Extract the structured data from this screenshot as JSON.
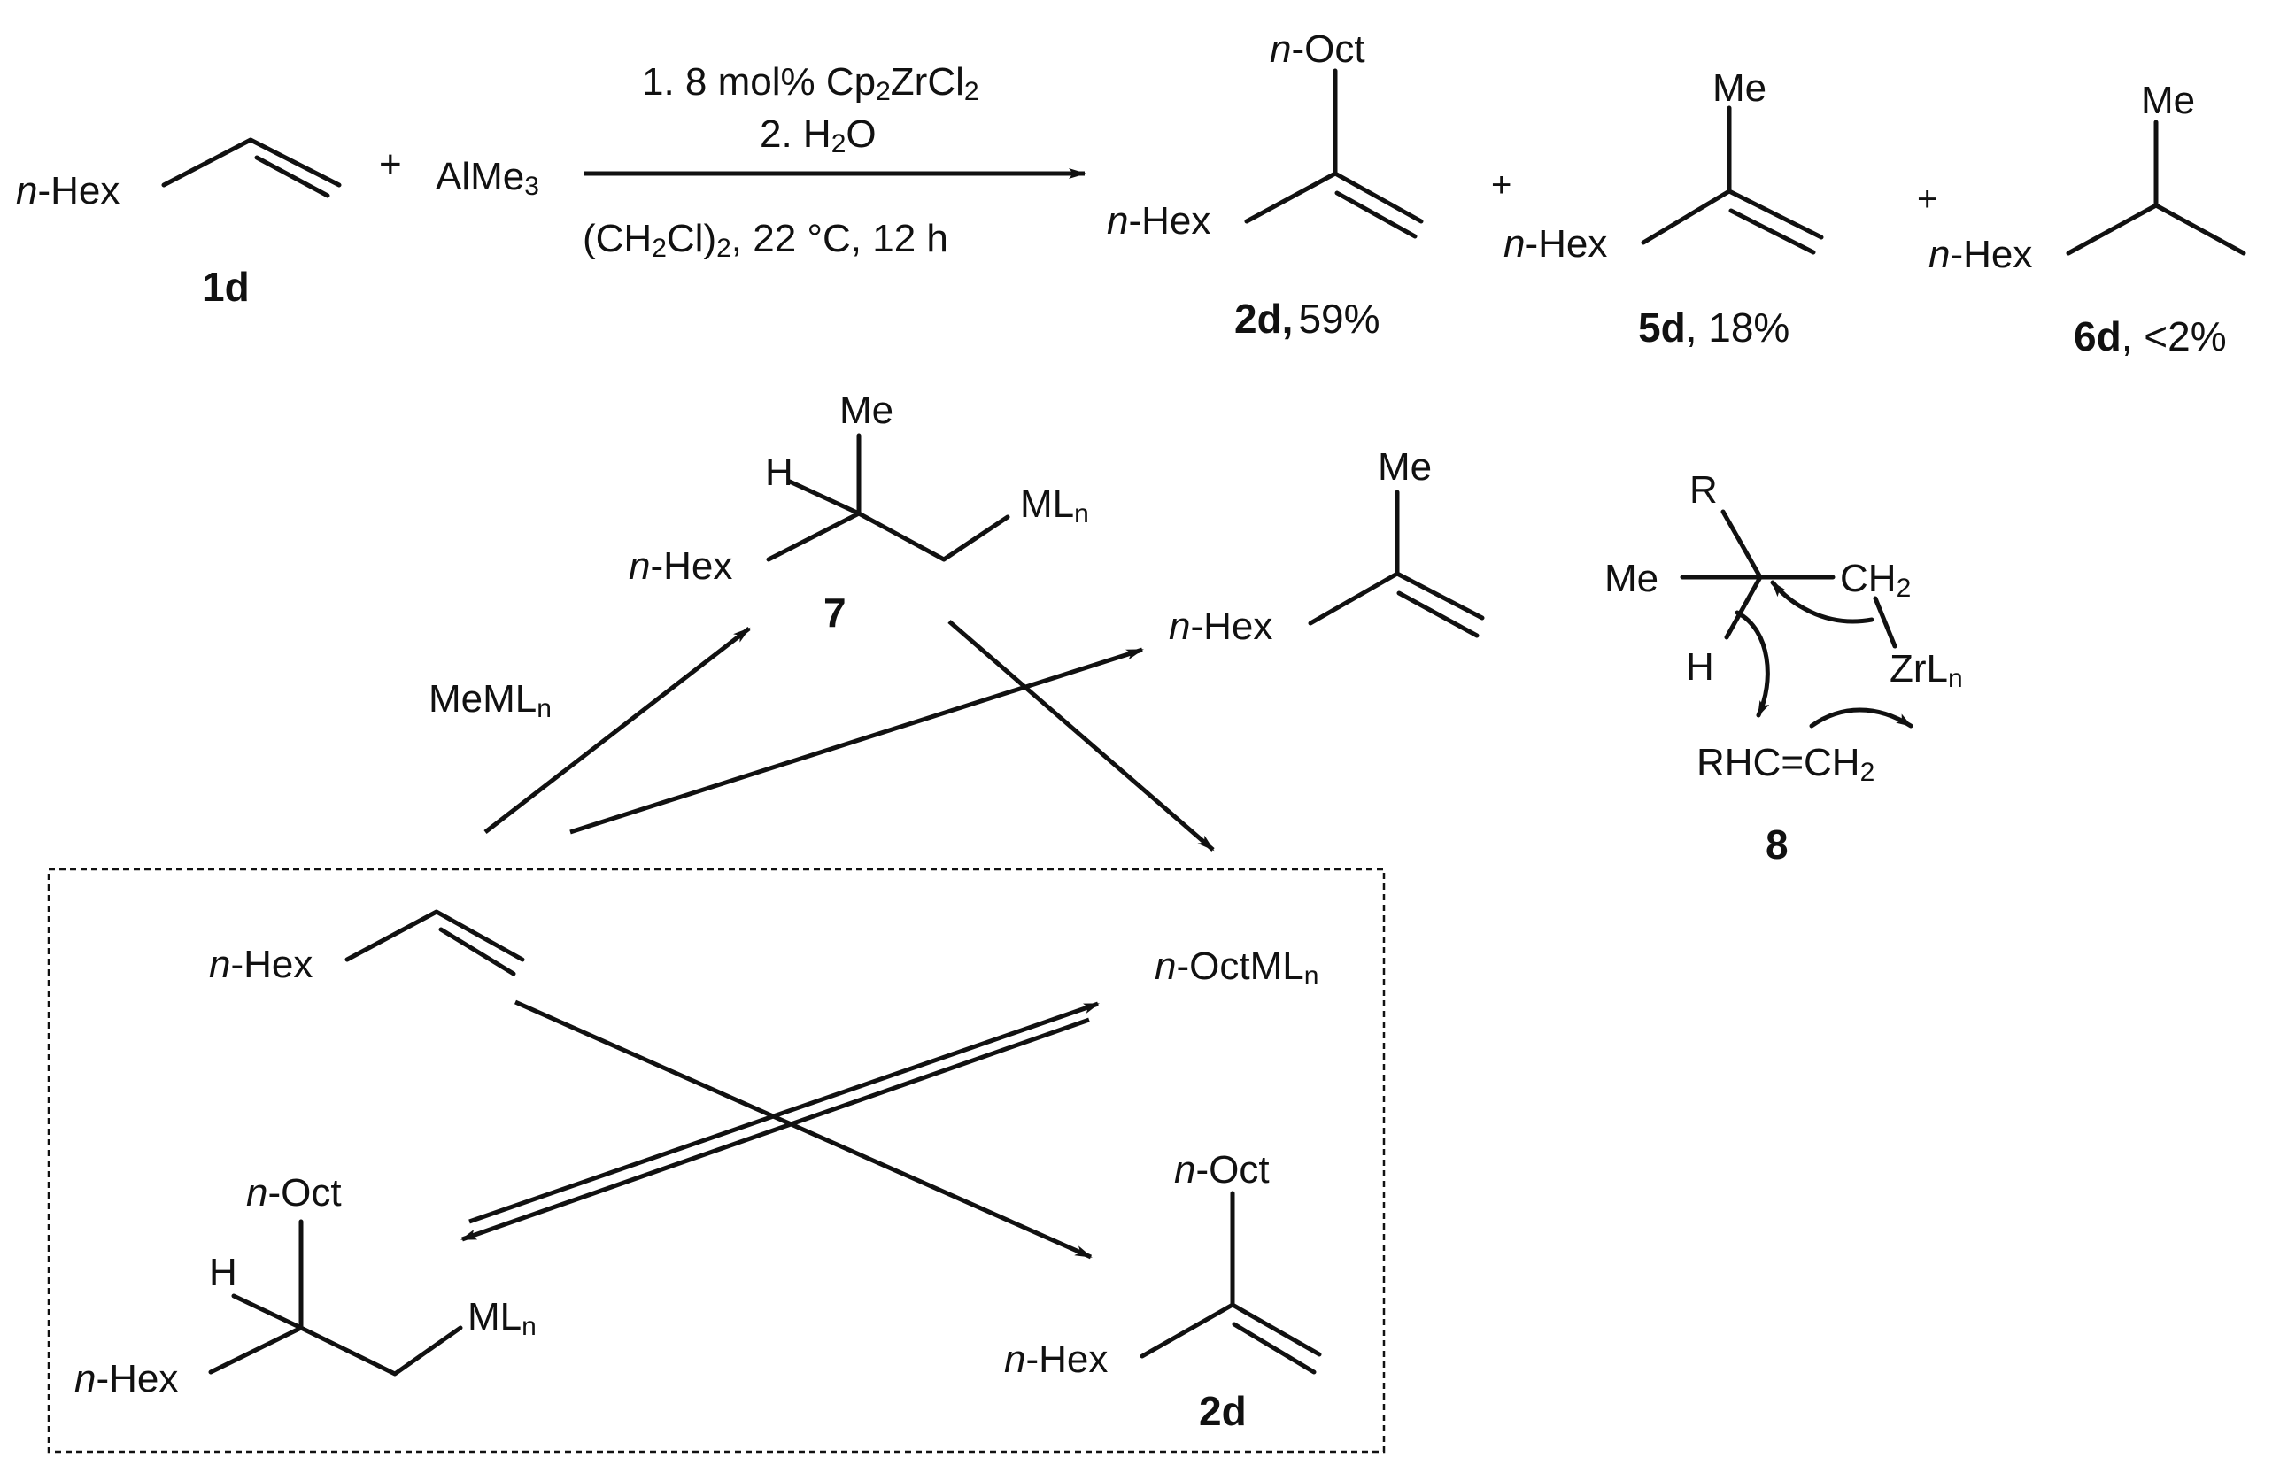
{
  "reaction": {
    "reactant_substituent": "n-Hex",
    "reactant_label": "1d",
    "plus": "+",
    "reagent": "AlMe",
    "reagent_sub": "3",
    "step1_pre": "1. 8 mol% Cp",
    "step1_sub1": "2",
    "step1_mid": "ZrCl",
    "step1_sub2": "2",
    "step2_pre": "2. H",
    "step2_sub": "2",
    "step2_post": "O",
    "solvent_pre": "(CH",
    "solvent_sub1": "2",
    "solvent_mid": "Cl)",
    "solvent_sub2": "2",
    "solvent_post": ", 22 °C, 12 h"
  },
  "products": [
    {
      "top": "n-Oct",
      "left": "n-Hex",
      "label": "2d,",
      "yield": "59%"
    },
    {
      "top": "Me",
      "left": "n-Hex",
      "label": "5d",
      "yield": ", 18%"
    },
    {
      "top": "Me",
      "left": "n-Hex",
      "label": "6d",
      "yield": ", <2%"
    }
  ],
  "mechanism": {
    "int7": {
      "h": "H",
      "me": "Me",
      "hex": "n-Hex",
      "mln": "ML",
      "mln_sub": "n",
      "label": "7"
    },
    "memln": {
      "text": "MeML",
      "sub": "n"
    },
    "alkene": {
      "me": "Me",
      "hex": "n-Hex"
    },
    "box": {
      "hex1": "n-Hex",
      "octmln": "n-OctML",
      "octmln_sub": "n",
      "oct_left": "n-Oct",
      "h": "H",
      "hex2": "n-Hex",
      "mln": "ML",
      "mln_sub": "n",
      "oct_right": "n-Oct",
      "hex3": "n-Hex",
      "label_2d": "2d"
    },
    "ts8": {
      "r": "R",
      "me": "Me",
      "ch2": "CH",
      "ch2_sub": "2",
      "h": "H",
      "zrl": "ZrL",
      "zrl_sub": "n",
      "rhc": "RHC=CH",
      "rhc_sub": "2",
      "label": "8"
    }
  }
}
